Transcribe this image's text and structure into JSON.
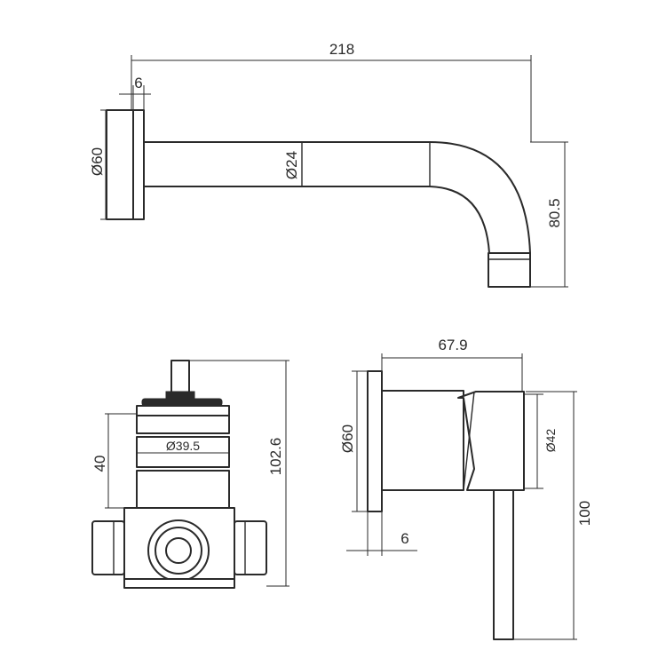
{
  "spout": {
    "length": "218",
    "plate_thickness": "6",
    "plate_diameter": "Ø60",
    "pipe_diameter": "Ø24",
    "drop": "80.5"
  },
  "valve_body": {
    "height": "40",
    "diameter": "Ø39.5",
    "total_height": "102.6"
  },
  "mixer_side": {
    "depth": "67.9",
    "plate_diameter": "Ø60",
    "body_diameter": "Ø42",
    "lever_length": "100",
    "plate_thickness": "6"
  },
  "colors": {
    "line": "#2a2a2a",
    "background": "#ffffff"
  }
}
